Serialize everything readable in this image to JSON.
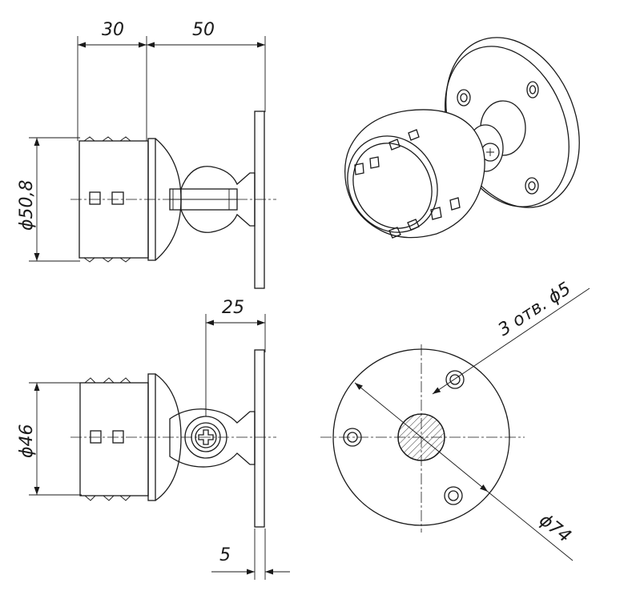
{
  "drawing": {
    "dimensions": {
      "depth_30": "30",
      "depth_50": "50",
      "diameter_50_8": "ϕ50,8",
      "offset_25": "25",
      "diameter_46": "ϕ46",
      "plate_thickness_5": "5",
      "holes": "3 отв. ϕ5",
      "plate_diameter": "ϕ74"
    },
    "colors": {
      "line": "#1a1a1a",
      "background": "#ffffff"
    }
  }
}
